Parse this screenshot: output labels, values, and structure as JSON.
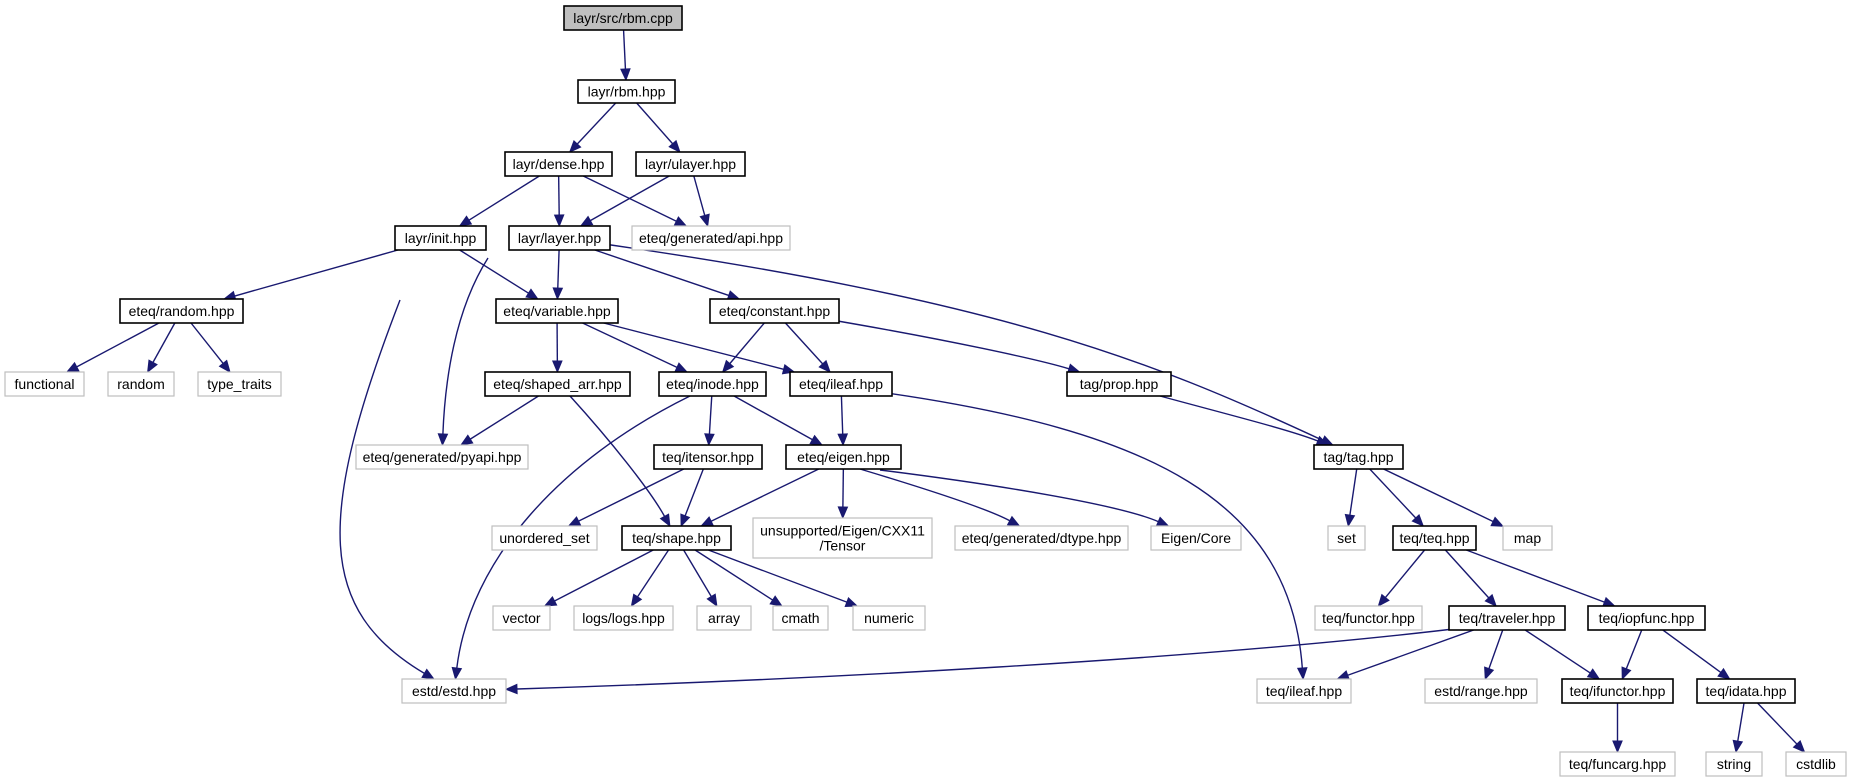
{
  "colors": {
    "edge": "#191970",
    "root_fill": "#bfbfbf",
    "known_border": "#000000",
    "external_border": "#bfbfbf"
  },
  "nodes": [
    {
      "id": "rbm_cpp",
      "label": "layr/src/rbm.cpp",
      "kind": "root"
    },
    {
      "id": "rbm_hpp",
      "label": "layr/rbm.hpp",
      "kind": "known"
    },
    {
      "id": "dense",
      "label": "layr/dense.hpp",
      "kind": "known"
    },
    {
      "id": "ulayer",
      "label": "layr/ulayer.hpp",
      "kind": "known"
    },
    {
      "id": "init",
      "label": "layr/init.hpp",
      "kind": "known"
    },
    {
      "id": "layer",
      "label": "layr/layer.hpp",
      "kind": "known"
    },
    {
      "id": "api",
      "label": "eteq/generated/api.hpp",
      "kind": "external"
    },
    {
      "id": "random_hpp",
      "label": "eteq/random.hpp",
      "kind": "known"
    },
    {
      "id": "variable",
      "label": "eteq/variable.hpp",
      "kind": "known"
    },
    {
      "id": "constant",
      "label": "eteq/constant.hpp",
      "kind": "known"
    },
    {
      "id": "functional",
      "label": "functional",
      "kind": "external"
    },
    {
      "id": "random",
      "label": "random",
      "kind": "external"
    },
    {
      "id": "type_traits",
      "label": "type_traits",
      "kind": "external"
    },
    {
      "id": "shaped_arr",
      "label": "eteq/shaped_arr.hpp",
      "kind": "known"
    },
    {
      "id": "inode",
      "label": "eteq/inode.hpp",
      "kind": "known"
    },
    {
      "id": "eteq_ileaf",
      "label": "eteq/ileaf.hpp",
      "kind": "known"
    },
    {
      "id": "prop",
      "label": "tag/prop.hpp",
      "kind": "known"
    },
    {
      "id": "pyapi",
      "label": "eteq/generated/pyapi.hpp",
      "kind": "external"
    },
    {
      "id": "itensor",
      "label": "teq/itensor.hpp",
      "kind": "known"
    },
    {
      "id": "eigen",
      "label": "eteq/eigen.hpp",
      "kind": "known"
    },
    {
      "id": "tag",
      "label": "tag/tag.hpp",
      "kind": "known"
    },
    {
      "id": "unordered_set",
      "label": "unordered_set",
      "kind": "external"
    },
    {
      "id": "shape",
      "label": "teq/shape.hpp",
      "kind": "known"
    },
    {
      "id": "tensor",
      "label": "unsupported/Eigen/CXX11\n/Tensor",
      "kind": "external"
    },
    {
      "id": "dtype",
      "label": "eteq/generated/dtype.hpp",
      "kind": "external"
    },
    {
      "id": "eigen_core",
      "label": "Eigen/Core",
      "kind": "external"
    },
    {
      "id": "set",
      "label": "set",
      "kind": "external"
    },
    {
      "id": "teq",
      "label": "teq/teq.hpp",
      "kind": "known"
    },
    {
      "id": "map",
      "label": "map",
      "kind": "external"
    },
    {
      "id": "vector",
      "label": "vector",
      "kind": "external"
    },
    {
      "id": "logs",
      "label": "logs/logs.hpp",
      "kind": "external"
    },
    {
      "id": "array",
      "label": "array",
      "kind": "external"
    },
    {
      "id": "cmath",
      "label": "cmath",
      "kind": "external"
    },
    {
      "id": "numeric",
      "label": "numeric",
      "kind": "external"
    },
    {
      "id": "functor",
      "label": "teq/functor.hpp",
      "kind": "external"
    },
    {
      "id": "traveler",
      "label": "teq/traveler.hpp",
      "kind": "known"
    },
    {
      "id": "iopfunc",
      "label": "teq/iopfunc.hpp",
      "kind": "known"
    },
    {
      "id": "estd",
      "label": "estd/estd.hpp",
      "kind": "external"
    },
    {
      "id": "teq_ileaf",
      "label": "teq/ileaf.hpp",
      "kind": "external"
    },
    {
      "id": "range",
      "label": "estd/range.hpp",
      "kind": "external"
    },
    {
      "id": "ifunctor",
      "label": "teq/ifunctor.hpp",
      "kind": "known"
    },
    {
      "id": "idata",
      "label": "teq/idata.hpp",
      "kind": "known"
    },
    {
      "id": "funcarg",
      "label": "teq/funcarg.hpp",
      "kind": "external"
    },
    {
      "id": "string",
      "label": "string",
      "kind": "external"
    },
    {
      "id": "cstdlib",
      "label": "cstdlib",
      "kind": "external"
    }
  ],
  "edges": [
    [
      "rbm_cpp",
      "rbm_hpp"
    ],
    [
      "rbm_hpp",
      "dense"
    ],
    [
      "rbm_hpp",
      "ulayer"
    ],
    [
      "dense",
      "init"
    ],
    [
      "dense",
      "layer"
    ],
    [
      "dense",
      "api"
    ],
    [
      "ulayer",
      "layer"
    ],
    [
      "ulayer",
      "api"
    ],
    [
      "init",
      "random_hpp"
    ],
    [
      "init",
      "variable"
    ],
    [
      "layer",
      "variable"
    ],
    [
      "layer",
      "constant"
    ],
    [
      "layer",
      "pyapi"
    ],
    [
      "layer",
      "estd"
    ],
    [
      "layer",
      "tag"
    ],
    [
      "random_hpp",
      "functional"
    ],
    [
      "random_hpp",
      "random"
    ],
    [
      "random_hpp",
      "type_traits"
    ],
    [
      "variable",
      "shaped_arr"
    ],
    [
      "variable",
      "inode"
    ],
    [
      "variable",
      "eteq_ileaf"
    ],
    [
      "constant",
      "inode"
    ],
    [
      "constant",
      "eteq_ileaf"
    ],
    [
      "constant",
      "prop"
    ],
    [
      "shaped_arr",
      "pyapi"
    ],
    [
      "shaped_arr",
      "shape"
    ],
    [
      "inode",
      "itensor"
    ],
    [
      "inode",
      "eigen"
    ],
    [
      "inode",
      "estd"
    ],
    [
      "eteq_ileaf",
      "eigen"
    ],
    [
      "eteq_ileaf",
      "teq_ileaf"
    ],
    [
      "prop",
      "tag"
    ],
    [
      "itensor",
      "unordered_set"
    ],
    [
      "itensor",
      "shape"
    ],
    [
      "eigen",
      "shape"
    ],
    [
      "eigen",
      "tensor"
    ],
    [
      "eigen",
      "dtype"
    ],
    [
      "eigen",
      "eigen_core"
    ],
    [
      "tag",
      "set"
    ],
    [
      "tag",
      "teq"
    ],
    [
      "tag",
      "map"
    ],
    [
      "shape",
      "vector"
    ],
    [
      "shape",
      "logs"
    ],
    [
      "shape",
      "array"
    ],
    [
      "shape",
      "cmath"
    ],
    [
      "shape",
      "numeric"
    ],
    [
      "teq",
      "functor"
    ],
    [
      "teq",
      "traveler"
    ],
    [
      "teq",
      "iopfunc"
    ],
    [
      "traveler",
      "estd"
    ],
    [
      "traveler",
      "teq_ileaf"
    ],
    [
      "traveler",
      "range"
    ],
    [
      "traveler",
      "ifunctor"
    ],
    [
      "iopfunc",
      "ifunctor"
    ],
    [
      "iopfunc",
      "idata"
    ],
    [
      "ifunctor",
      "funcarg"
    ],
    [
      "idata",
      "string"
    ],
    [
      "idata",
      "cstdlib"
    ]
  ]
}
